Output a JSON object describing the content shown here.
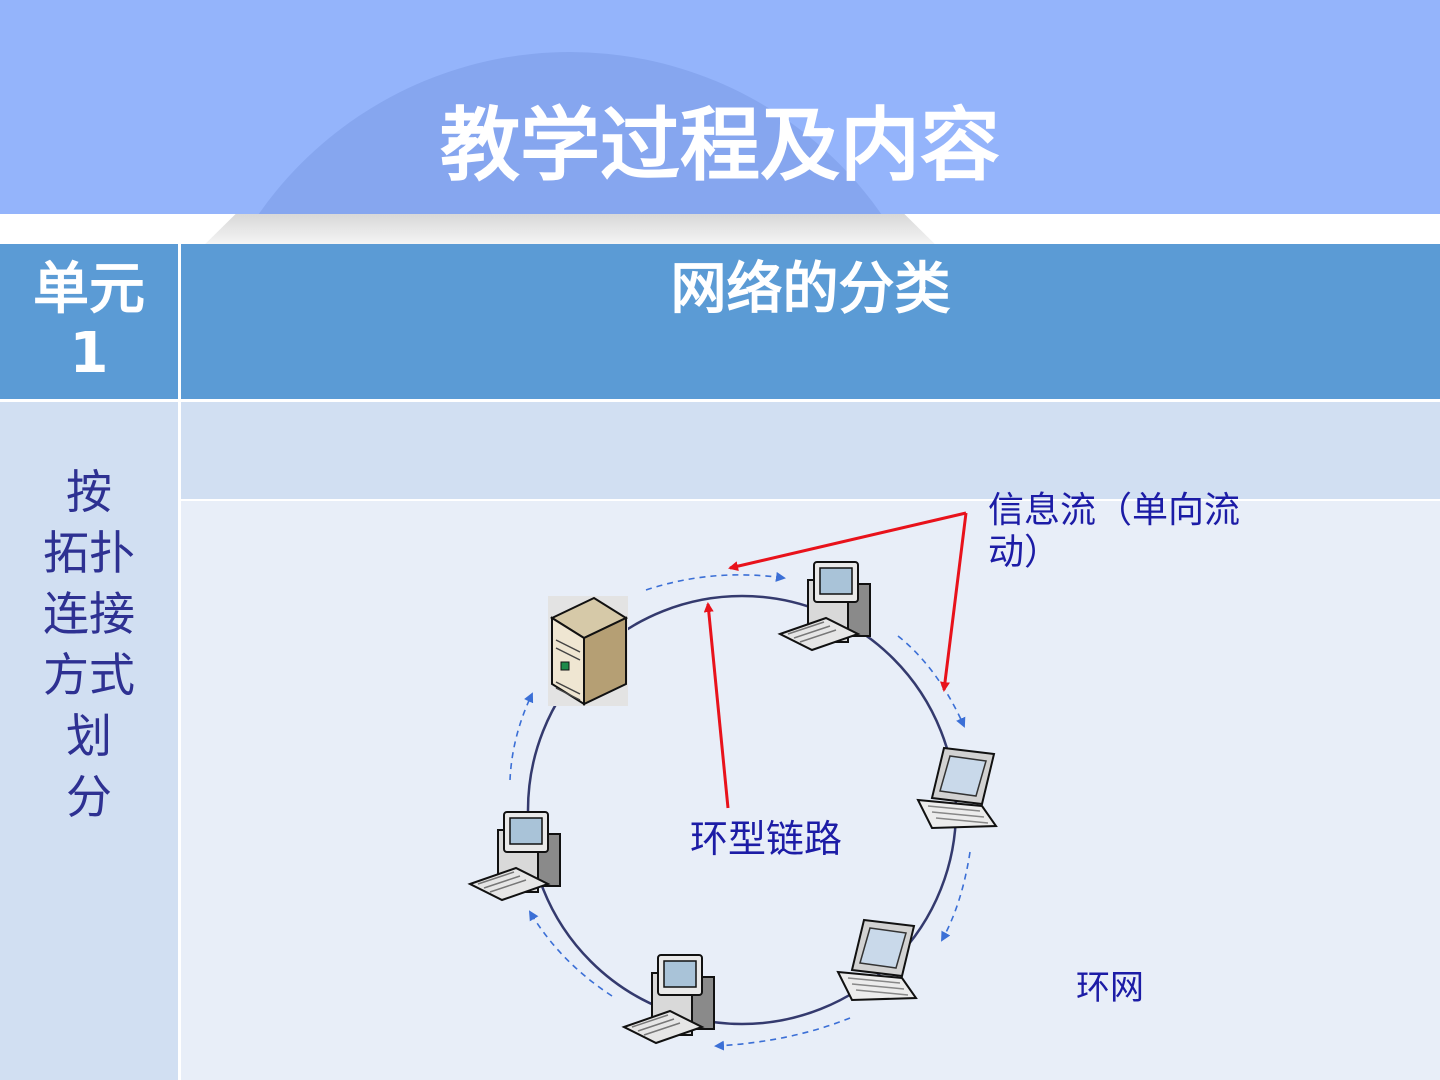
{
  "slide": {
    "title": "教学过程及内容"
  },
  "table": {
    "unit_label": "单元\n1",
    "topic": "网络的分类",
    "category": "按\n拓扑\n连接\n方式\n划\n分"
  },
  "diagram": {
    "info_flow_label": "信息流（单向流动）",
    "ring_link_label": "环型链路",
    "network_name": "环网",
    "nodes": [
      "server",
      "desktop",
      "laptop",
      "laptop",
      "desktop",
      "desktop"
    ]
  },
  "colors": {
    "header_bg": "#94b4fb",
    "table_header": "#5b9bd5",
    "side_bg": "#d1dff2",
    "content_bg": "#e8eef8",
    "label_text": "#1c1ca6",
    "pointer_arrow": "#e8121b",
    "flow_arrow": "#3b6fd6"
  }
}
